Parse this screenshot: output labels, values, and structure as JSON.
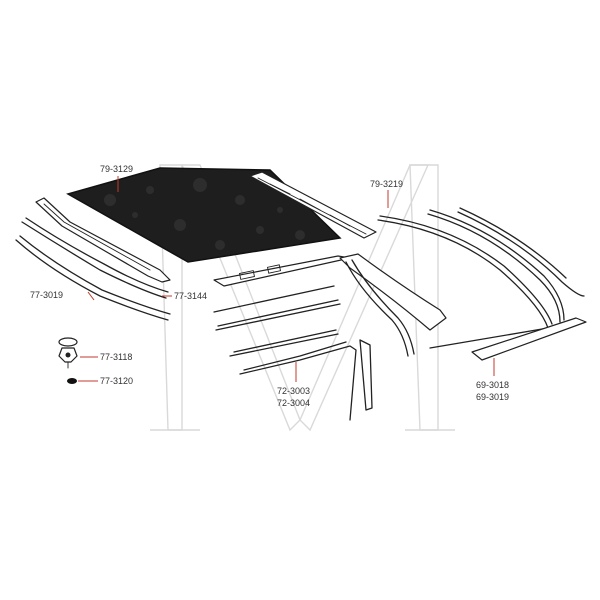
{
  "diagram": {
    "part_numbers": {
      "headliner": "79-3129",
      "window_channel_top": "79-3219",
      "roof_rail_left": "77-3019",
      "roof_rail_strip": "77-3144",
      "clip_large": "77-3118",
      "clip_small": "77-3120",
      "door_frame_a": "72-3003",
      "door_frame_b": "72-3004",
      "rear_weatherstrip_a": "69-3018",
      "rear_weatherstrip_b": "69-3019"
    },
    "colors": {
      "leader_line": "#c0392b",
      "part_outline": "#222222",
      "label_text": "#333333",
      "headliner_fill": "#1e1e1e",
      "watermark": "#d9d9d9"
    }
  }
}
